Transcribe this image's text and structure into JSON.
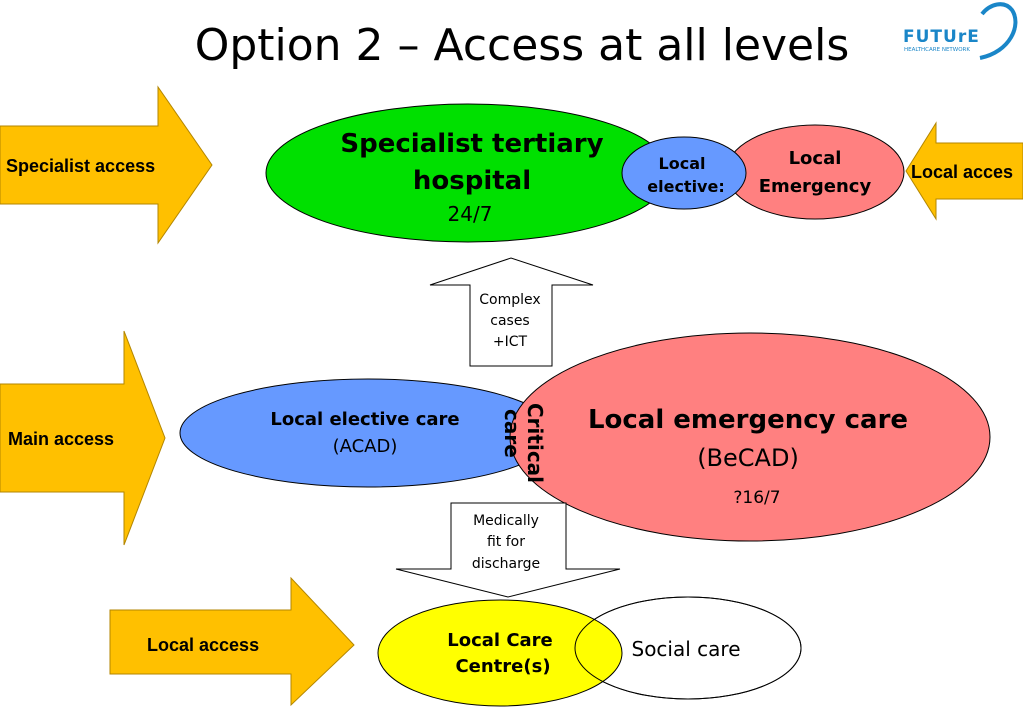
{
  "slide": {
    "title": "Option 2 – Access at all levels"
  },
  "logo": {
    "name": "FUTUrE",
    "subtitle": "HEALTHCARE NETWORK",
    "color": "#1a86c8"
  },
  "arrows": {
    "specialist_access": "Specialist access",
    "local_access_right": "Local acces",
    "main_access": "Main access",
    "local_access_bottom": "Local access",
    "color": "#ffc000"
  },
  "specialist_hospital": {
    "line1": "Specialist tertiary",
    "line2": "hospital",
    "hours": "24/7",
    "color": "#00e000"
  },
  "local_elective_small": {
    "line1": "Local",
    "line2": "elective:",
    "color": "#6699ff"
  },
  "local_emergency_small": {
    "line1": "Local",
    "line2": "Emergency",
    "color": "#ff8080"
  },
  "complex_cases": {
    "line1": "Complex",
    "line2": "cases",
    "line3": "+ICT"
  },
  "local_elective_care": {
    "title": "Local elective care",
    "sub": "(ACAD)",
    "color": "#6699ff"
  },
  "critical_care": {
    "line1": "Critical",
    "line2": "care"
  },
  "local_emergency_care": {
    "title": "Local emergency care",
    "sub": "(BeCAD)",
    "hours": "?16/7",
    "color": "#ff8080"
  },
  "medically_fit": {
    "line1": "Medically",
    "line2": "fit for",
    "line3": "discharge"
  },
  "local_care_centre": {
    "line1": "Local Care",
    "line2": "Centre(s)",
    "color": "#ffff00"
  },
  "social_care": {
    "label": "Social care"
  }
}
